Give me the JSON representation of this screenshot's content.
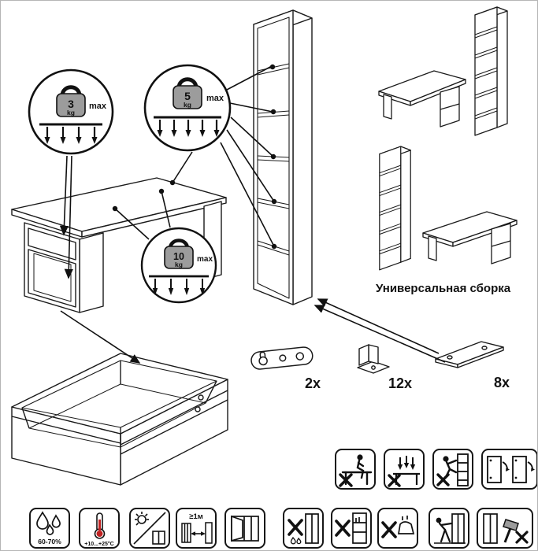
{
  "callouts": {
    "small": {
      "value": "3",
      "unit": "kg",
      "max_label": "max"
    },
    "medium": {
      "value": "5",
      "unit": "kg",
      "max_label": "max"
    },
    "large": {
      "value": "10",
      "unit": "kg",
      "max_label": "max"
    }
  },
  "hardware": {
    "plate": {
      "count": "2x"
    },
    "corner_bracket": {
      "count": "12x"
    },
    "flat_bracket": {
      "count": "8x"
    }
  },
  "labels": {
    "universal_assembly": "Универсальная сборка"
  },
  "warnings_row": [
    {
      "id": "no-sitting"
    },
    {
      "id": "no-pressing"
    },
    {
      "id": "no-climbing"
    },
    {
      "id": "door-adjustment"
    }
  ],
  "care_row": [
    {
      "id": "humidity",
      "label": "60-70%"
    },
    {
      "id": "temperature",
      "label": "+10...+25°C"
    },
    {
      "id": "sun-protection",
      "label": ""
    },
    {
      "id": "heat-distance",
      "label": "≥1м"
    },
    {
      "id": "ventilation",
      "label": ""
    },
    {
      "id": "no-aggressive-cleaners",
      "label": ""
    },
    {
      "id": "no-overload",
      "label": ""
    },
    {
      "id": "no-hot-objects",
      "label": ""
    },
    {
      "id": "move-carefully",
      "label": ""
    },
    {
      "id": "no-hammer",
      "label": ""
    }
  ],
  "colors": {
    "line": "#1a1a1a",
    "weight_fill": "#9c9c9c",
    "thermometer": "#bf2222",
    "background": "#ffffff"
  }
}
